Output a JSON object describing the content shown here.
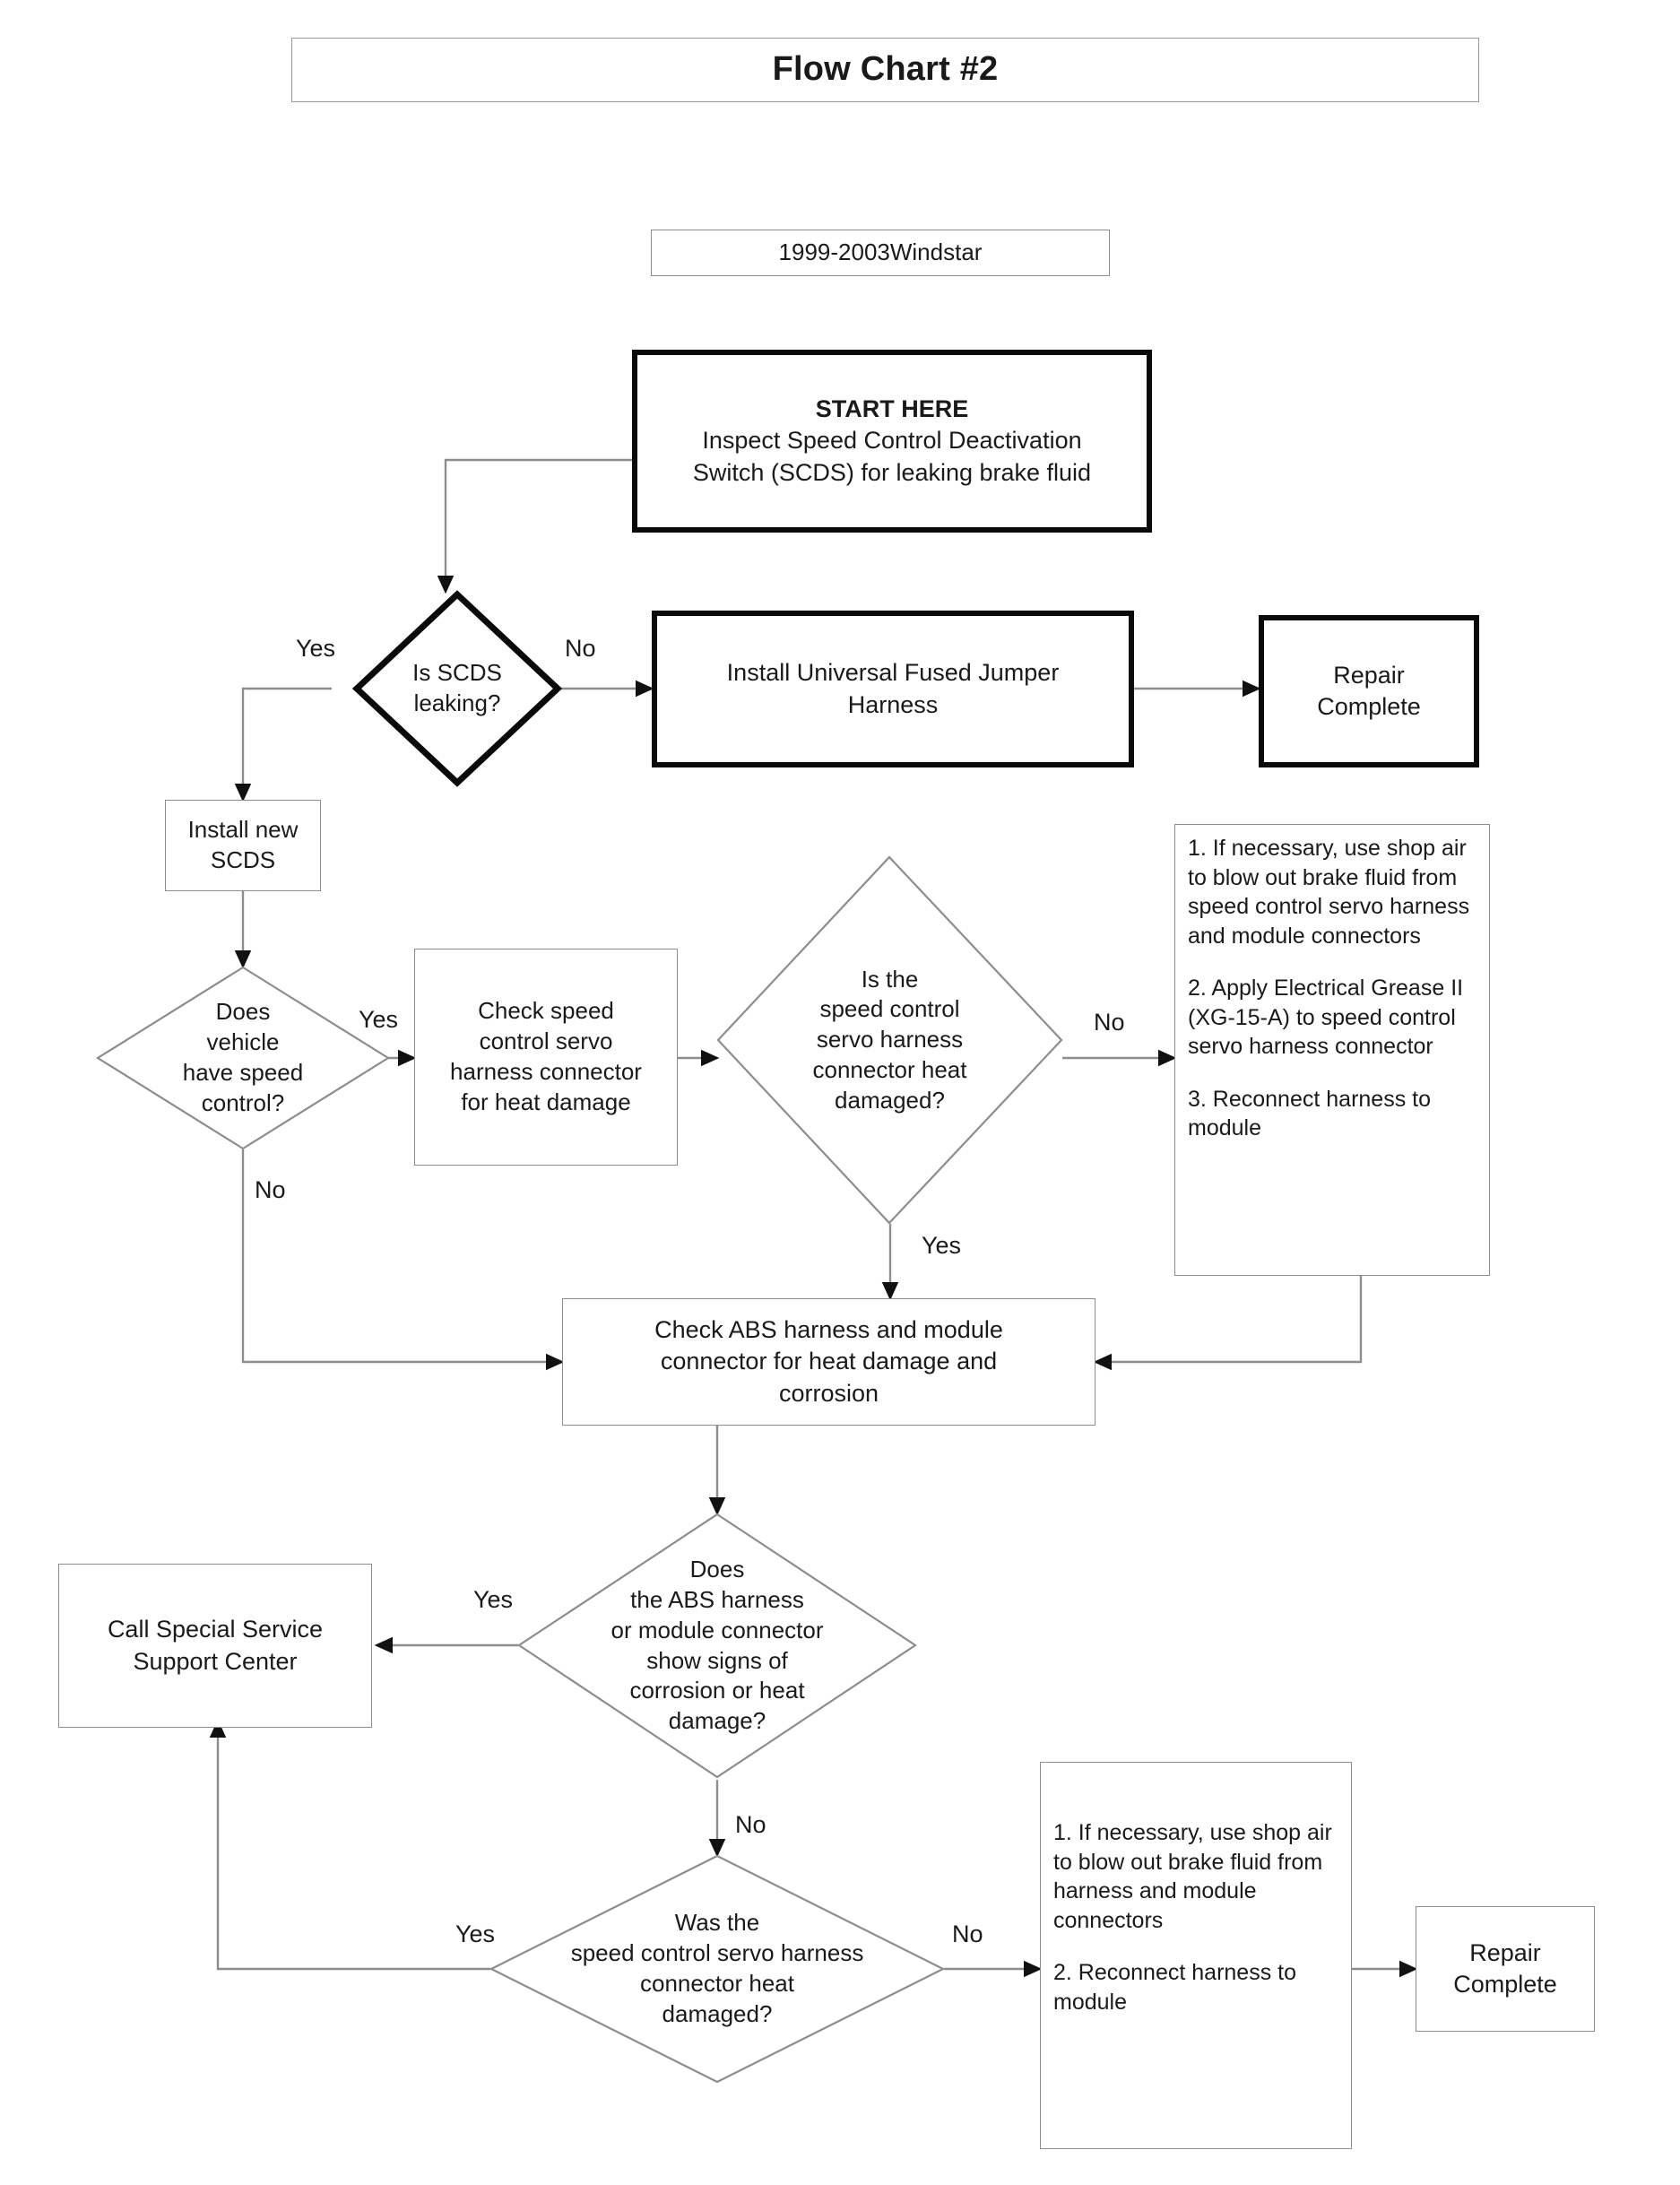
{
  "title": {
    "text": "Flow Chart #2"
  },
  "subtitle": {
    "text": "1999-2003Windstar"
  },
  "nodes": {
    "start": {
      "heading": "START HERE",
      "line1": "Inspect Speed Control Deactivation",
      "line2": "Switch (SCDS) for leaking brake fluid"
    },
    "scds_leaking": {
      "text": "Is SCDS\nleaking?"
    },
    "install_jumper": {
      "text": "Install Universal Fused Jumper\nHarness"
    },
    "repair_complete_top": {
      "text": "Repair\nComplete"
    },
    "install_new_scds": {
      "text": "Install new\nSCDS"
    },
    "has_speed_control": {
      "text": "Does\nvehicle\nhave speed\ncontrol?"
    },
    "check_servo_harness": {
      "text": "Check speed\ncontrol servo\nharness connector\nfor heat damage"
    },
    "servo_heat_damaged": {
      "text": "Is the\nspeed control\nservo harness\nconnector heat\ndamaged?"
    },
    "servo_steps": {
      "step1": "1. If necessary, use shop air to blow out brake fluid from speed control servo harness and module connectors",
      "step2": "2.  Apply Electrical Grease II (XG-15-A) to speed control servo harness connector",
      "step3": "3. Reconnect harness to module"
    },
    "check_abs": {
      "text": "Check ABS harness and module\nconnector for heat damage and\ncorrosion"
    },
    "abs_corrosion": {
      "text": "Does\nthe ABS harness\nor module connector\nshow signs of\ncorrosion or heat\ndamage?"
    },
    "call_support": {
      "text": "Call Special Service\nSupport Center"
    },
    "was_servo_damaged": {
      "text": "Was the\nspeed control servo harness\nconnector heat\ndamaged?"
    },
    "final_steps": {
      "step1": "1.  If necessary, use shop air to blow out brake fluid from harness and module connectors",
      "step2": "2.  Reconnect harness to module"
    },
    "repair_complete_bottom": {
      "text": "Repair\nComplete"
    }
  },
  "edge_labels": {
    "scds_yes": "Yes",
    "scds_no": "No",
    "speed_yes": "Yes",
    "speed_no": "No",
    "servo_no": "No",
    "servo_yes": "Yes",
    "abs_yes": "Yes",
    "abs_no": "No",
    "was_yes": "Yes",
    "was_no": "No"
  },
  "colors": {
    "ink": "#1a1a1a",
    "line": "#8d8d8d",
    "emphasis": "#0a0a0a",
    "background": "#ffffff"
  }
}
